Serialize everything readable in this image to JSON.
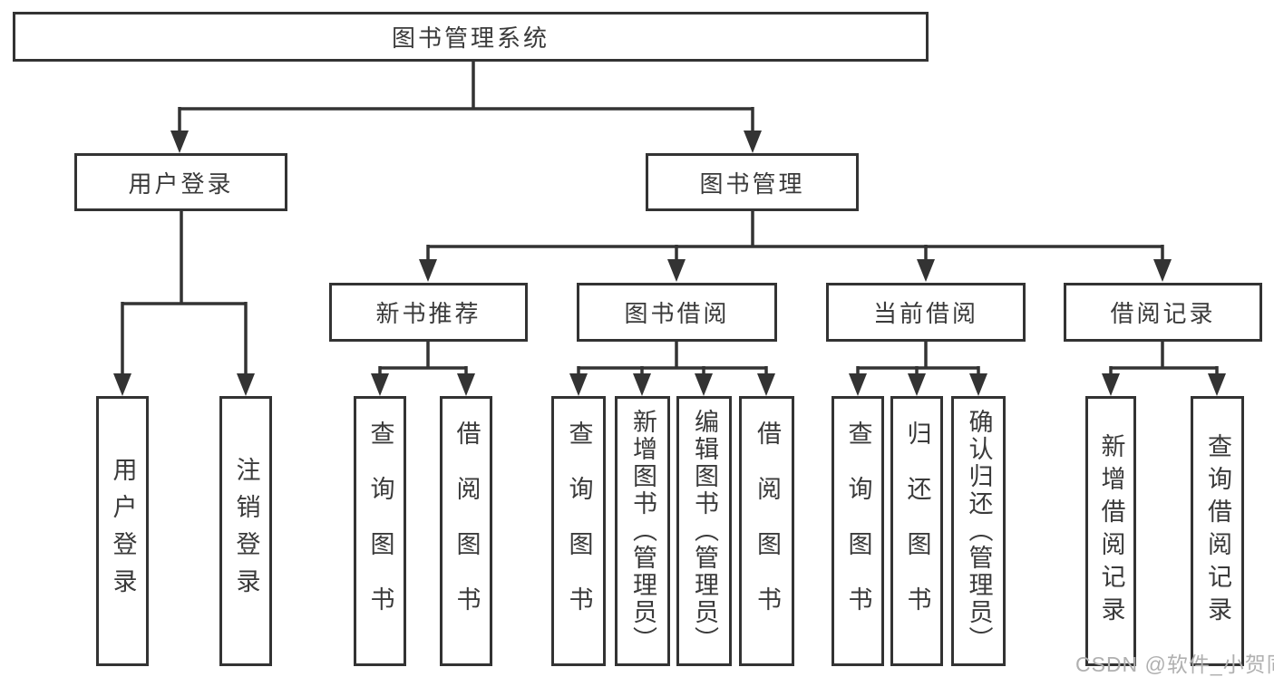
{
  "colors": {
    "line": "#333333",
    "box_border": "#333333",
    "text": "#3a3a3a",
    "watermark": "#b0b0b0",
    "background": "#ffffff"
  },
  "watermark": {
    "text": "CSDN @软件_小贺同学"
  },
  "tree": {
    "label": "图书管理系统",
    "children": [
      {
        "label": "用户登录",
        "children": [
          {
            "label": "用户登录"
          },
          {
            "label": "注销登录"
          }
        ]
      },
      {
        "label": "图书管理",
        "children": [
          {
            "label": "新书推荐",
            "children": [
              {
                "label": "查询图书"
              },
              {
                "label": "借阅图书"
              }
            ]
          },
          {
            "label": "图书借阅",
            "children": [
              {
                "label": "查询图书"
              },
              {
                "label": "新增图书（管理员）"
              },
              {
                "label": "编辑图书（管理员）"
              },
              {
                "label": "借阅图书"
              }
            ]
          },
          {
            "label": "当前借阅",
            "children": [
              {
                "label": "查询图书"
              },
              {
                "label": "归还图书"
              },
              {
                "label": "确认归还（管理员）"
              }
            ]
          },
          {
            "label": "借阅记录",
            "children": [
              {
                "label": "新增借阅记录"
              },
              {
                "label": "查询借阅记录"
              }
            ]
          }
        ]
      }
    ]
  }
}
